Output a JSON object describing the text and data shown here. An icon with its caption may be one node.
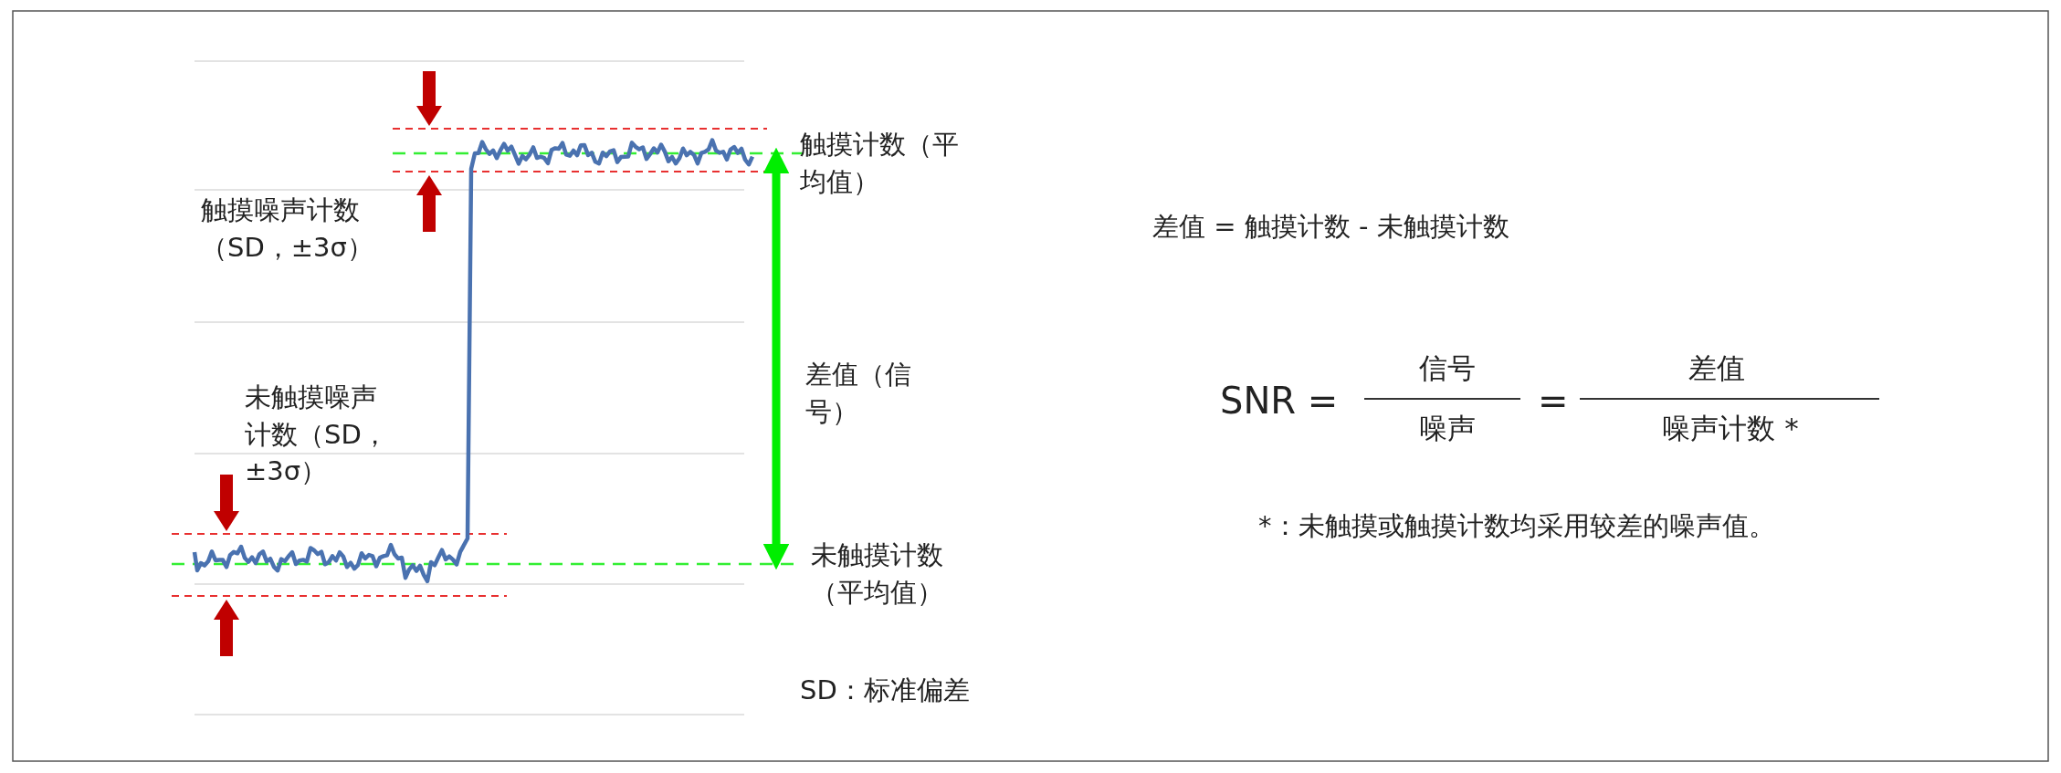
{
  "diagram": {
    "labels": [
      "触摸噪声计数（SD，±3σ）",
      "触摸计数（平均值）",
      "差值 = 触摸计数 - 未触摸计数",
      "差值（信号）",
      "SNR =",
      "信号",
      "噪声",
      "=",
      "差值",
      "噪声计数 *",
      "未触摸噪声计数（SD，±3σ）",
      "未触摸计数（平均值）",
      "*：未触摸或触摸计数均采用较差的噪声值。",
      "SD：标准偏差"
    ]
  }
}
